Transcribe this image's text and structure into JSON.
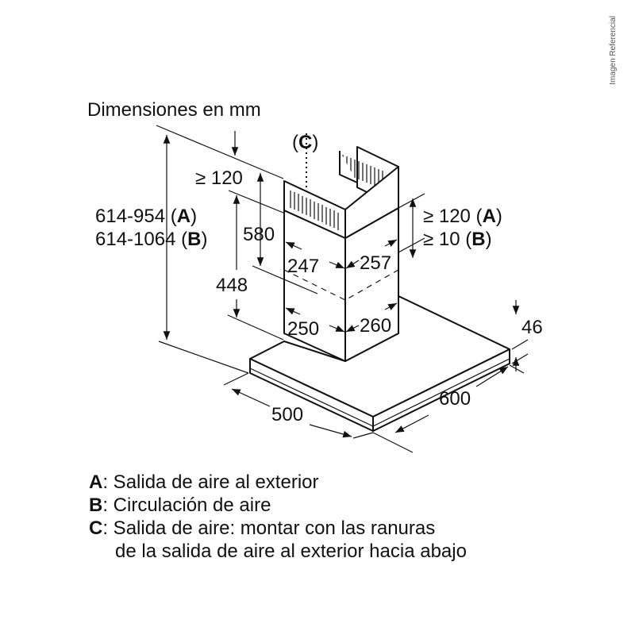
{
  "side_label": "Imagen Referencial",
  "title": "Dimensiones en mm",
  "dimensions": {
    "total_height_a": "614-954",
    "total_height_b": "614-1064",
    "tag_a": "A",
    "tag_b": "B",
    "tag_c": "C",
    "top_clearance": "≥ 120",
    "upper_chimney": "580",
    "lower_chimney": "448",
    "upper_width": "247",
    "upper_depth": "257",
    "lower_width": "250",
    "lower_depth": "260",
    "overlap_a": "≥ 120",
    "overlap_b": "≥ 10",
    "canopy_thickness": "46",
    "canopy_depth": "500",
    "canopy_width": "600"
  },
  "legend": [
    {
      "key": "A",
      "text": ": Salida de aire al exterior"
    },
    {
      "key": "B",
      "text": ": Circulación de aire"
    },
    {
      "key": "C",
      "text": ": Salida de aire: montar con las ranuras"
    },
    {
      "key": "",
      "text": "de la salida de aire al exterior hacia abajo"
    }
  ]
}
